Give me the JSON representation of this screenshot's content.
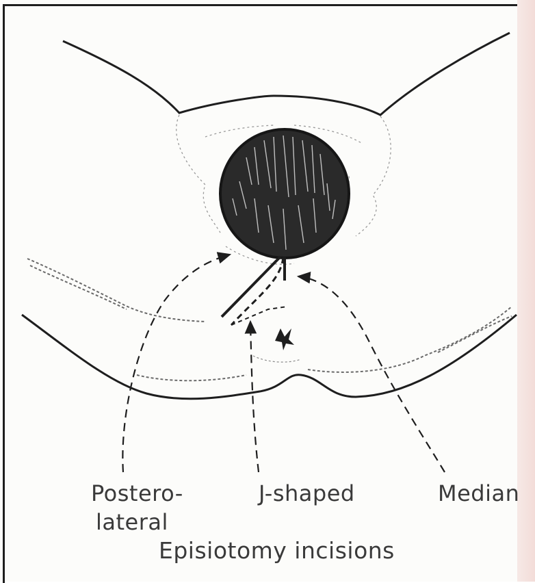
{
  "labels": {
    "postero": "Postero-",
    "lateral": "lateral",
    "j_shaped": "J-shaped",
    "median": "Median"
  },
  "caption": "Episiotomy incisions",
  "colors": {
    "ink": "#1e1e1e",
    "label": "#3a3a3a",
    "paper": "#fcfcfa",
    "right_edge_tint": "#f3dcd8"
  }
}
